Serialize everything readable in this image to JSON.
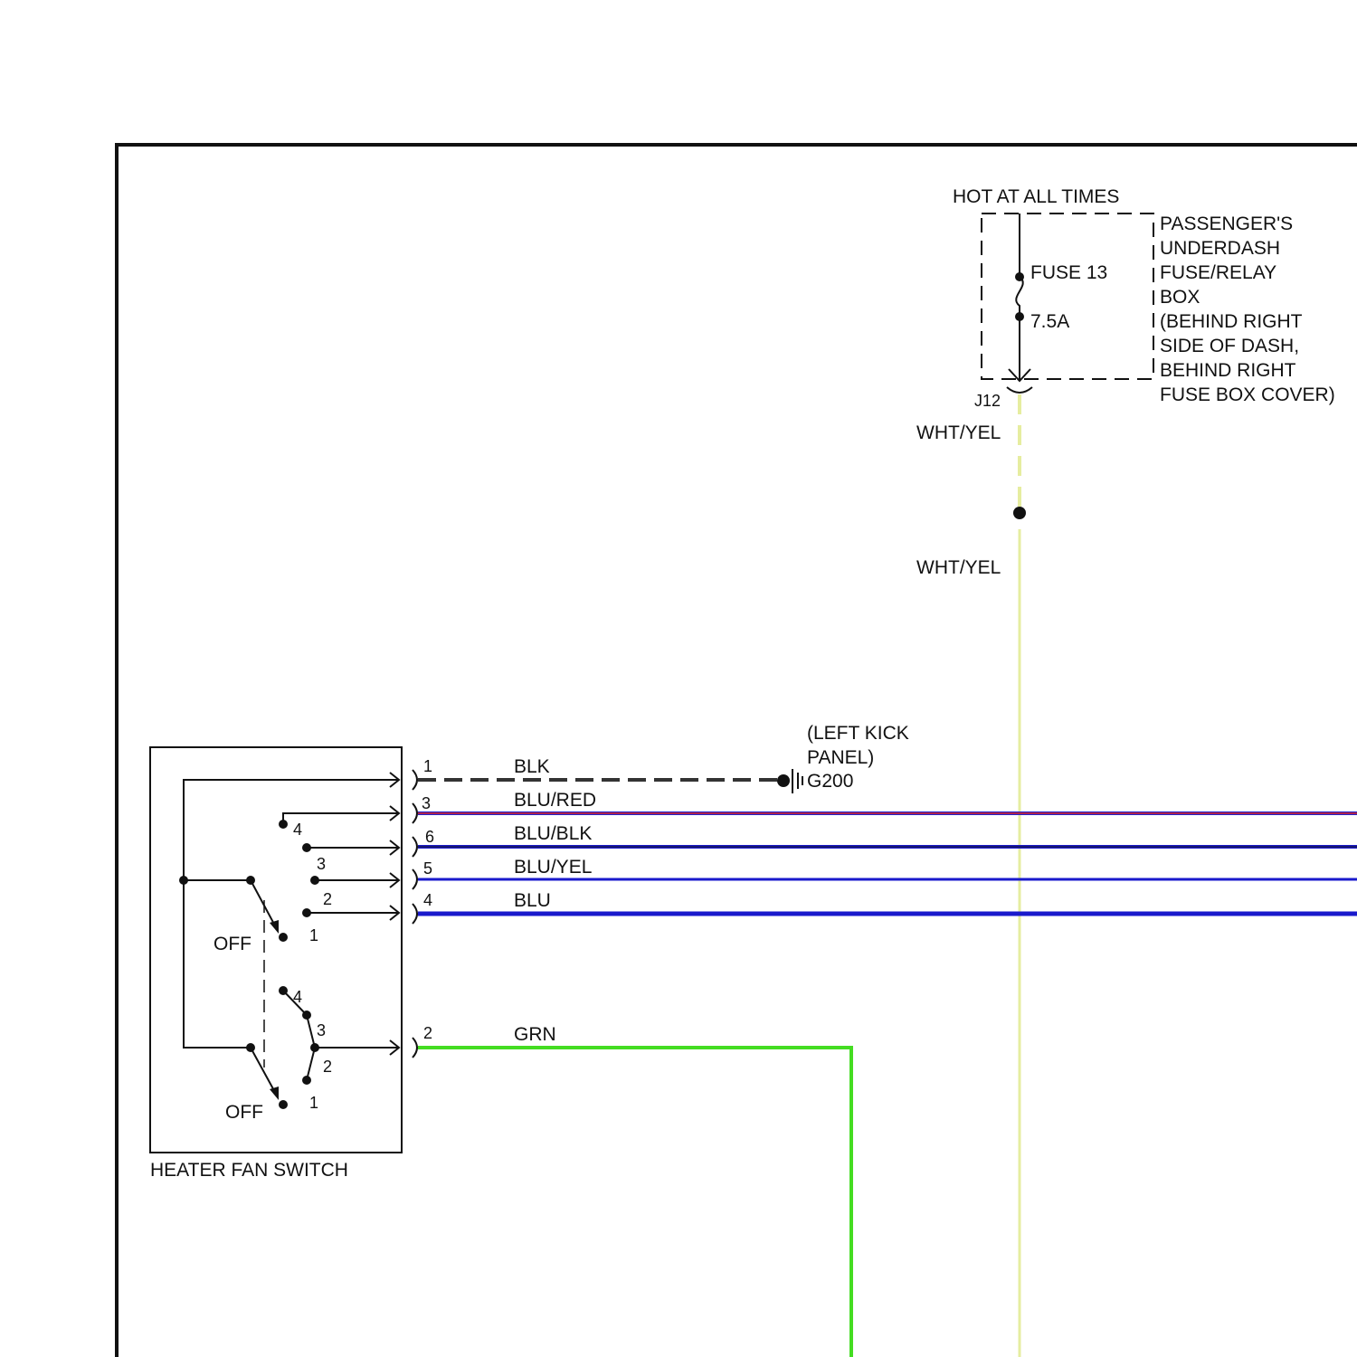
{
  "power": {
    "hot_label": "HOT AT ALL TIMES",
    "fuse_label": "FUSE 13",
    "fuse_rating": "7.5A",
    "box_lines": [
      "PASSENGER'S",
      "UNDERDASH",
      "FUSE/RELAY",
      "BOX",
      "(BEHIND RIGHT",
      "SIDE OF DASH,",
      "BEHIND RIGHT",
      "FUSE BOX COVER)"
    ],
    "connector": "J12"
  },
  "feed_wire": {
    "color_upper": "WHT/YEL",
    "color_lower": "WHT/YEL",
    "line_color": "#e6eda0"
  },
  "ground": {
    "location_lines": [
      "(LEFT KICK",
      "PANEL)"
    ],
    "id": "G200"
  },
  "switch": {
    "name": "HEATER FAN SWITCH",
    "upper_positions": [
      "4",
      "3",
      "2",
      "1"
    ],
    "upper_off": "OFF",
    "lower_positions": [
      "4",
      "3",
      "2",
      "1"
    ],
    "lower_off": "OFF"
  },
  "wires": [
    {
      "pin": "1",
      "color": "BLK",
      "line_color": "#333333"
    },
    {
      "pin": "3",
      "color": "BLU/RED",
      "line_color": "#2222cc",
      "stripe_color": "#dd2222"
    },
    {
      "pin": "6",
      "color": "BLU/BLK",
      "line_color": "#1a1acc"
    },
    {
      "pin": "5",
      "color": "BLU/YEL",
      "line_color": "#1a1acc"
    },
    {
      "pin": "4",
      "color": "BLU",
      "line_color": "#1a1acc"
    },
    {
      "pin": "2",
      "color": "GRN",
      "line_color": "#44dd22"
    }
  ]
}
